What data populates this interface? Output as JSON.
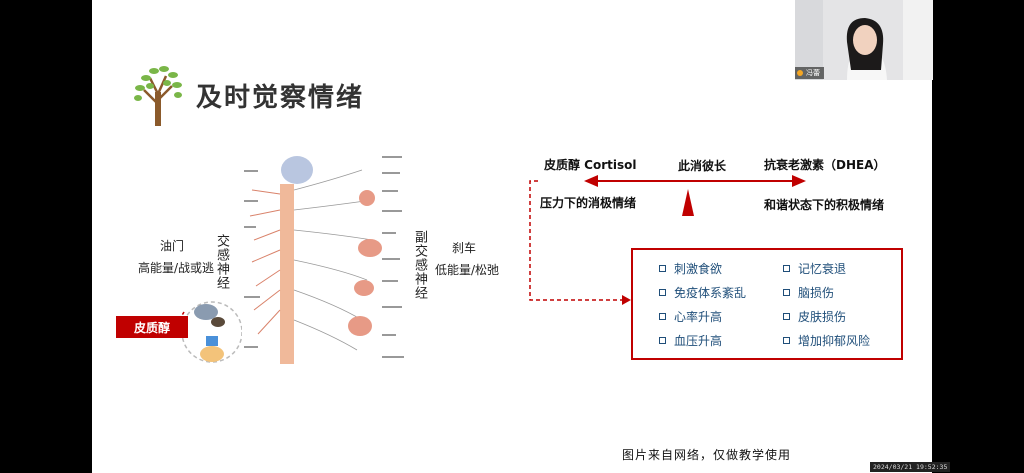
{
  "slide": {
    "title": "及时觉察情绪",
    "left_panel": {
      "throttle_label": "油门",
      "throttle_desc": "高能量/战或逃",
      "sympathetic_label": "交感神经",
      "brake_label": "刹车",
      "brake_desc": "低能量/松弛",
      "parasympathetic_label": "副交感神经",
      "cortisol_tag": "皮质醇"
    },
    "right_panel": {
      "cortisol_heading": "皮质醇  Cortisol",
      "balance_label": "此消彼长",
      "dhea_heading": "抗衰老激素（DHEA）",
      "negative_emotion": "压力下的消极情绪",
      "positive_emotion": "和谐状态下的积极情绪",
      "effects_left": [
        "刺激食欲",
        "免疫体系紊乱",
        "心率升高",
        "血压升高"
      ],
      "effects_right": [
        "记忆衰退",
        "脑损伤",
        "皮肤损伤",
        "增加抑郁风险"
      ]
    },
    "footer_note": "图片来自网络，仅做教学使用"
  },
  "video": {
    "participant_name": "冯蕾"
  },
  "timestamp": "2024/03/21 19:52:35",
  "colors": {
    "accent_red": "#c00000",
    "list_blue": "#1f4e79",
    "tree_green": "#7ab648",
    "tree_trunk": "#8b5a2b"
  }
}
